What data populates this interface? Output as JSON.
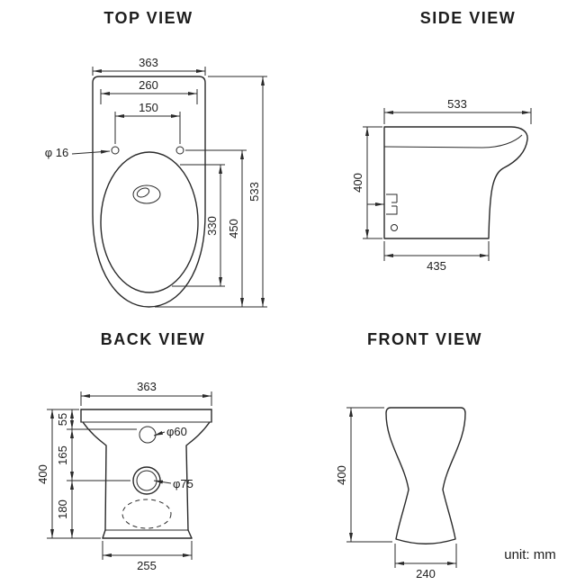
{
  "page": {
    "unit_label": "unit: mm"
  },
  "top_view": {
    "title": "TOP VIEW",
    "dim_width_outer": "363",
    "dim_width_mid": "260",
    "dim_width_inner": "150",
    "dim_hole": "φ 16",
    "dim_length_overall": "533",
    "dim_length_seat": "450",
    "dim_length_bowl": "330"
  },
  "side_view": {
    "title": "SIDE VIEW",
    "dim_depth": "533",
    "dim_height": "400",
    "dim_base_depth": "435"
  },
  "back_view": {
    "title": "BACK VIEW",
    "dim_width": "363",
    "dim_seg_top": "55",
    "dim_seg_mid": "165",
    "dim_seg_bottom": "180",
    "dim_height": "400",
    "dim_hole_small": "φ60",
    "dim_hole_large": "φ75",
    "dim_base_width": "255"
  },
  "front_view": {
    "title": "FRONT VIEW",
    "dim_height": "400",
    "dim_base_width": "240"
  }
}
